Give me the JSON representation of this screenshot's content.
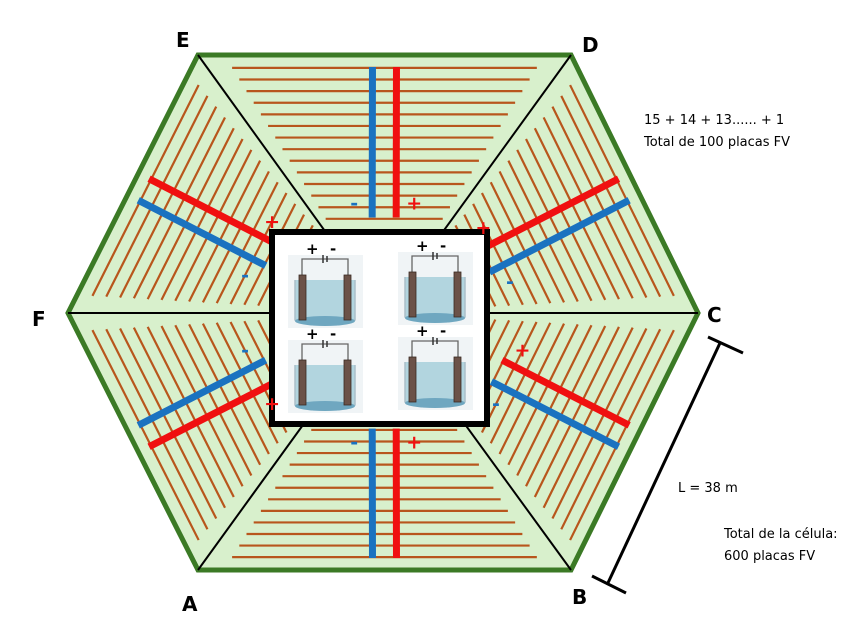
{
  "vertices": {
    "A": "A",
    "B": "B",
    "C": "C",
    "D": "D",
    "E": "E",
    "F": "F"
  },
  "notes": {
    "series": "15 + 14 + 13......  + 1",
    "per_sector": "Total de 100 placas FV",
    "length": "L = 38  m",
    "cell_total_line1": "Total de la célula:",
    "cell_total_line2": "600  placas FV"
  },
  "polarity": {
    "plus": "+",
    "minus": "-"
  },
  "colors": {
    "hex_fill": "#d8f0cc",
    "hex_border": "#3b7a25",
    "stripe": "#b8561c",
    "positive": "#f01010",
    "negative": "#1a72c0"
  }
}
